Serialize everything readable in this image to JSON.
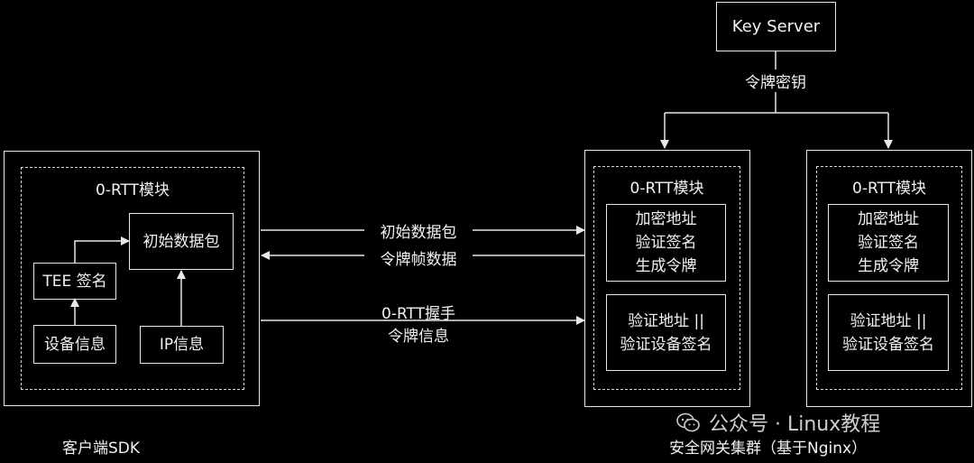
{
  "client": {
    "caption": "客户端SDK",
    "module_title": "0-RTT模块",
    "initial_packet": "初始数据包",
    "tee_sign": "TEE 签名",
    "device_info": "设备信息",
    "ip_info": "IP信息"
  },
  "key_server": {
    "label": "Key Server",
    "token_key_label": "令牌密钥"
  },
  "gateway": {
    "caption": "安全网关集群（基于Nginx）",
    "nodes": [
      {
        "module_title": "0-RTT模块",
        "crypto_block": "加密地址\n验证签名\n生成令牌",
        "verify_block": "验证地址 ||\n验证设备签名"
      },
      {
        "module_title": "0-RTT模块",
        "crypto_block": "加密地址\n验证签名\n生成令牌",
        "verify_block": "验证地址 ||\n验证设备签名"
      }
    ]
  },
  "flows": {
    "initial_packet": "初始数据包",
    "token_frame": "令牌帧数据",
    "handshake_line1": "0-RTT握手",
    "handshake_line2": "令牌信息"
  },
  "watermark": {
    "text": "公众号 · Linux教程",
    "icon": "wechat-icon"
  }
}
